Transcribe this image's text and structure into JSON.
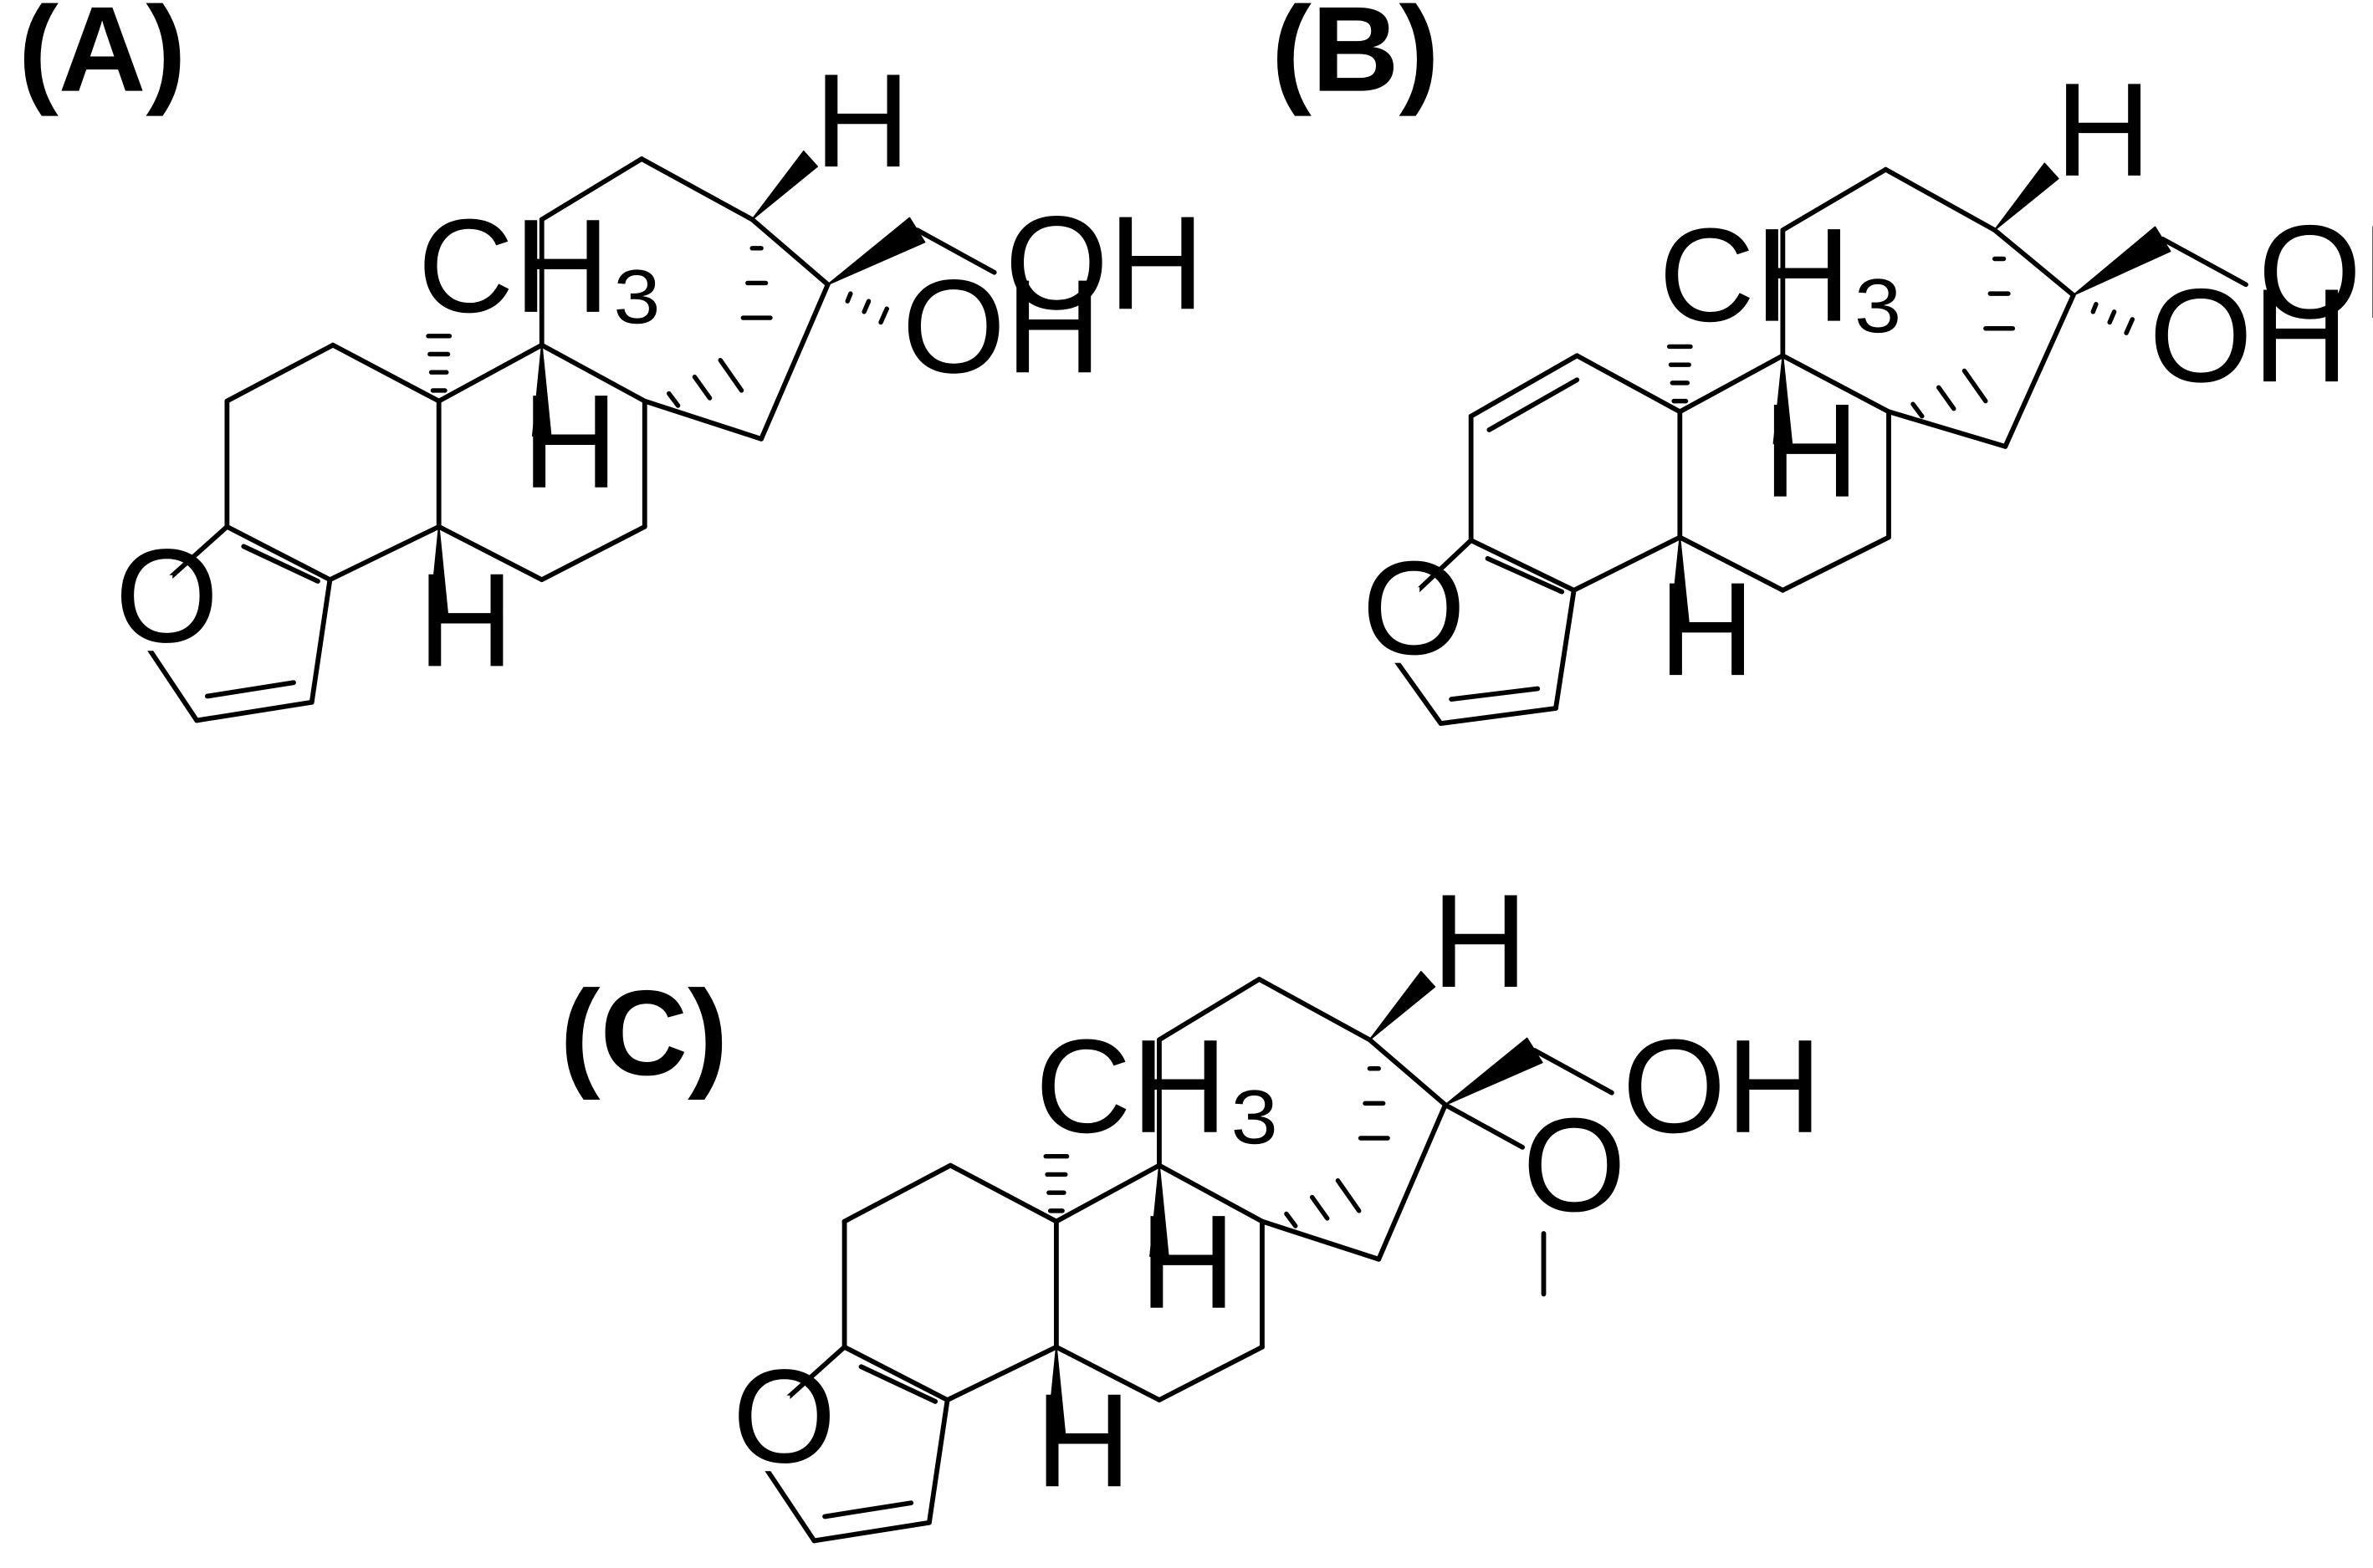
{
  "figure": {
    "panels": [
      {
        "label": "(A)",
        "atoms": {
          "O_furan": "O",
          "H_9": "H",
          "CH3": "CH₃",
          "H_5": "H",
          "H_top": "H",
          "OH_1": "OH",
          "OH_2": "OH"
        }
      },
      {
        "label": "(B)",
        "atoms": {
          "O_furan": "O",
          "H_9": "H",
          "CH3": "CH₃",
          "H_5": "H",
          "H_top": "H",
          "OH_1": "OH",
          "OH_2": "OH"
        }
      },
      {
        "label": "(C)",
        "atoms": {
          "O_furan": "O",
          "H_9": "H",
          "CH3": "CH₃",
          "H_5": "H",
          "H_top": "H",
          "OH_1": "OH",
          "O_methoxy": "O"
        }
      }
    ]
  }
}
